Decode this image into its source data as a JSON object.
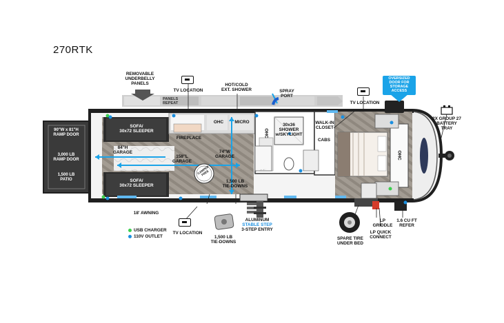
{
  "model": "270RTK",
  "labels": {
    "underbelly": [
      "REMOVABLE",
      "UNDERBELLY",
      "PANELS"
    ],
    "tv_top_left": "TV LOCATION",
    "shower": [
      "HOT/COLD",
      "EXT. SHOWER"
    ],
    "spray": [
      "SPRAY",
      "PORT"
    ],
    "tv_top_right": "TV LOCATION",
    "oversized": [
      "OVERSIZED",
      "DOOR FOR",
      "STORAGE",
      "ACCESS"
    ],
    "battery": [
      "2X GROUP 27",
      "BATTERY",
      "TRAY"
    ],
    "panels_repeat": [
      "PANELS",
      "REPEAT"
    ],
    "ramp_door_size": [
      "90\"W x 81\"H",
      "RAMP DOOR"
    ],
    "ramp_door_weight": [
      "3,000 LB",
      "RAMP DOOR"
    ],
    "patio": [
      "1,500 LB",
      "PATIO"
    ],
    "sofa_top": [
      "SOFA/",
      "30x72 SLEEPER"
    ],
    "sofa_bottom": [
      "SOFA/",
      "30x72 SLEEPER"
    ],
    "garage_84": [
      "84\"H",
      "GARAGE"
    ],
    "garage_158": [
      "158\"L",
      "GARAGE"
    ],
    "garage_74": [
      "74\"W",
      "GARAGE"
    ],
    "fireplace": "FIREPLACE",
    "ohc_1": "OHC",
    "micro": "MICRO",
    "ohc_2": "OHC",
    "shower_size": [
      "30x36",
      "SHOWER",
      "w/SKYLIGHT"
    ],
    "walkin": [
      "WALK-IN",
      "CLOSET"
    ],
    "cabs": "CABS",
    "ohc_3": "OHC",
    "tie_downs_inside": [
      "1,500 LB",
      "TIE-DOWNS"
    ],
    "camper_seal": [
      "CAMPER",
      "FREE"
    ],
    "awning": "18' AWNING",
    "legend_usb": "USB CHARGER",
    "legend_110v": "110V OUTLET",
    "tv_bottom": "TV LOCATION",
    "tie_downs_bottom": [
      "1,500 LB",
      "TIE-DOWNS"
    ],
    "step": [
      "ALUMINUM",
      "STABLE STEP",
      "3-STEP ENTRY"
    ],
    "spare": [
      "SPARE TIRE",
      "UNDER BED"
    ],
    "lp_griddle": [
      "LP",
      "GRIDDLE"
    ],
    "lp_quick": [
      "LP QUICK",
      "CONNECT"
    ],
    "refer": [
      "1.6 CU FT",
      "REFER"
    ]
  },
  "colors": {
    "accent_blue": "#1aa3e8",
    "usb_green": "#3ccf4e",
    "outlet_blue": "#1a8fe0",
    "wall_dark": "#2b2b2b",
    "floor": "#9a948c"
  }
}
